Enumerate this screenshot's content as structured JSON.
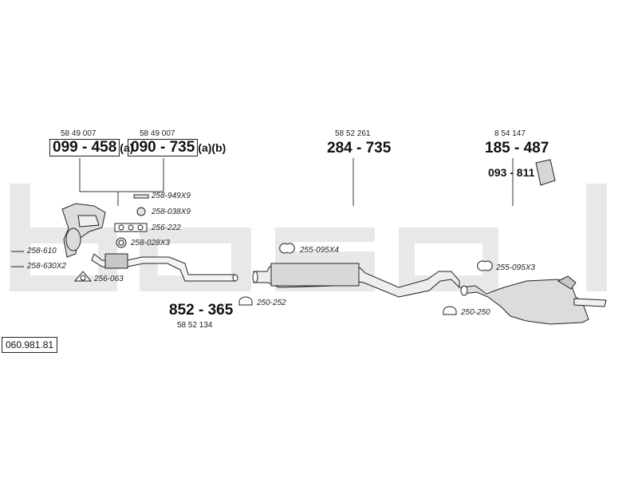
{
  "watermark": "bosal",
  "catalog_number": "060.981.81",
  "top_parts": {
    "left_ref": "58 49 007",
    "left_code": "099 - 458",
    "left_suffix": "(a)",
    "mid_ref": "58 49 007",
    "mid_code": "090 - 735",
    "mid_suffix": "(a)(b)",
    "center_ref": "58 52 261",
    "center_code": "284 - 735",
    "right_ref": "8 54 147",
    "right_code": "185 - 487",
    "right_sub_code": "093 - 811"
  },
  "front_pipe": {
    "code": "852 - 365",
    "ref": "58 52 134"
  },
  "small_parts": {
    "p1": "258-949X9",
    "p2": "258-038X9",
    "p3": "256-222",
    "p4": "258-028X3",
    "p5": "258-610",
    "p6": "258-630X2",
    "p7": "256-063",
    "p8": "250-252",
    "p9": "255-095X4",
    "p10": "255-095X3",
    "p11": "250-250"
  },
  "colors": {
    "line": "#333333",
    "watermark": "#e6e6e6",
    "part_fill": "#d9d9d9"
  }
}
